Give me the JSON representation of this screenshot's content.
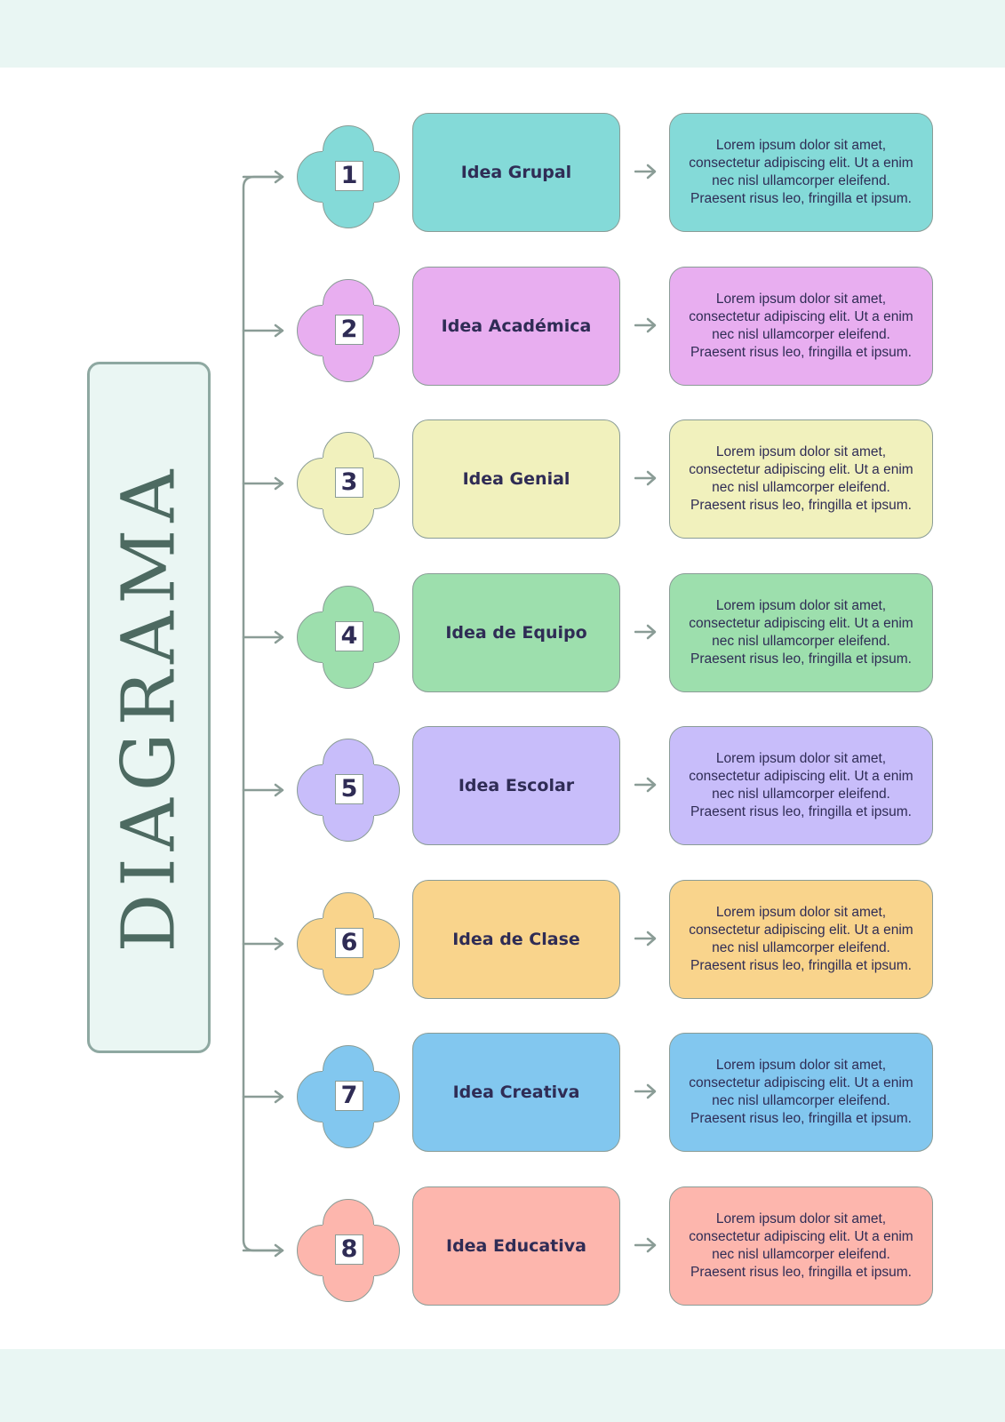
{
  "title": "DIAGRAMA",
  "colors": {
    "band": "#e9f6f3",
    "title_box_border": "#8ea8a1",
    "title_text": "#4d6a61",
    "connector": "#8a9c96",
    "text_dark": "#2f2c55"
  },
  "items": [
    {
      "number": "1",
      "title": "Idea Grupal",
      "description": "Lorem ipsum dolor sit amet, consectetur adipiscing elit. Ut a enim nec nisl ullamcorper eleifend. Praesent risus leo, fringilla et ipsum.",
      "color": "#84dad8"
    },
    {
      "number": "2",
      "title": "Idea Académica",
      "description": "Lorem ipsum dolor sit amet, consectetur adipiscing elit. Ut a enim nec nisl ullamcorper eleifend. Praesent risus leo, fringilla et ipsum.",
      "color": "#e8aef0"
    },
    {
      "number": "3",
      "title": "Idea Genial",
      "description": "Lorem ipsum dolor sit amet, consectetur adipiscing elit. Ut a enim nec nisl ullamcorper eleifend. Praesent risus leo, fringilla et ipsum.",
      "color": "#f1f1bd"
    },
    {
      "number": "4",
      "title": "Idea de Equipo",
      "description": "Lorem ipsum dolor sit amet, consectetur adipiscing elit. Ut a enim nec nisl ullamcorper eleifend. Praesent risus leo, fringilla et ipsum.",
      "color": "#9ddfad"
    },
    {
      "number": "5",
      "title": "Idea Escolar",
      "description": "Lorem ipsum dolor sit amet, consectetur adipiscing elit. Ut a enim nec nisl ullamcorper eleifend. Praesent risus leo, fringilla et ipsum.",
      "color": "#c8bdfa"
    },
    {
      "number": "6",
      "title": "Idea de Clase",
      "description": "Lorem ipsum dolor sit amet, consectetur adipiscing elit. Ut a enim nec nisl ullamcorper eleifend. Praesent risus leo, fringilla et ipsum.",
      "color": "#f9d48c"
    },
    {
      "number": "7",
      "title": "Idea Creativa",
      "description": "Lorem ipsum dolor sit amet, consectetur adipiscing elit. Ut a enim nec nisl ullamcorper eleifend. Praesent risus leo, fringilla et ipsum.",
      "color": "#82c7ef"
    },
    {
      "number": "8",
      "title": "Idea Educativa",
      "description": "Lorem ipsum dolor sit amet, consectetur adipiscing elit. Ut a enim nec nisl ullamcorper eleifend. Praesent risus leo, fringilla et ipsum.",
      "color": "#fdb6ad"
    }
  ]
}
